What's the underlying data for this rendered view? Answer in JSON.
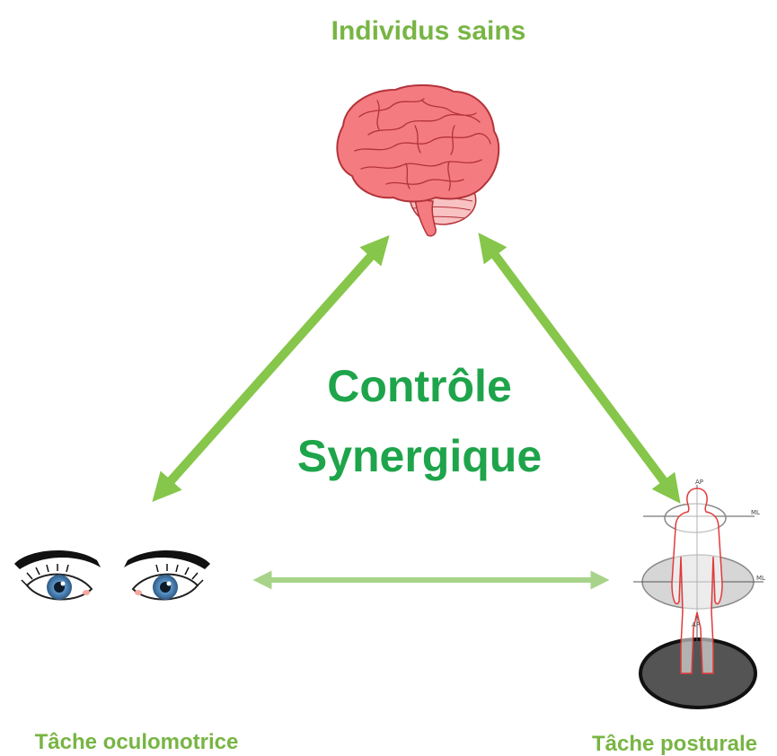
{
  "title": "Individus sains",
  "center_label": {
    "line1": "Contrôle",
    "line2": "Synergique"
  },
  "left_label": "Tâche oculomotrice",
  "right_label": "Tâche posturale",
  "posture_axes": {
    "ap_top": "AP",
    "ml_upper": "ML",
    "ml_lower": "ML",
    "ap_lower": "AP"
  },
  "icons": {
    "top": "brain-icon",
    "left": "eyes-icon",
    "right": "standing-body-icon"
  },
  "colors": {
    "title_green": "#78b544",
    "center_green": "#1ea44a",
    "arrow_green": "#86c64a",
    "arrow_light": "#a8d48a",
    "brain_fill": "#f47b7f",
    "brain_stroke": "#b3333a",
    "iris": "#5c96c8",
    "body_outline": "#e23a3a",
    "platform": "#545454"
  }
}
